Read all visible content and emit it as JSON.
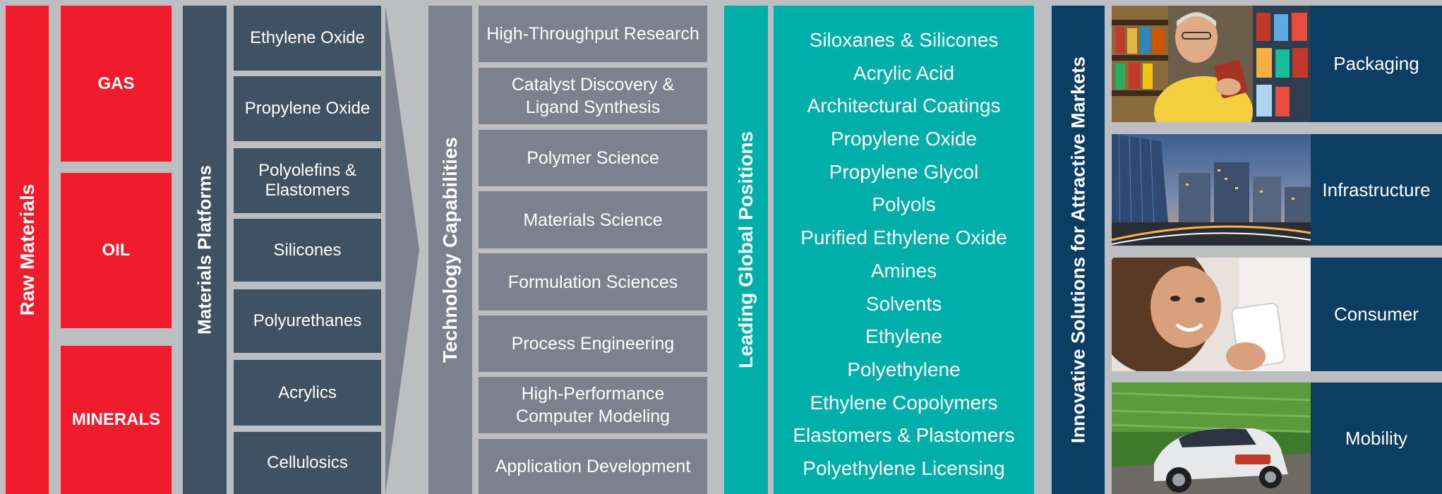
{
  "raw_materials": {
    "title": "Raw Materials",
    "items": [
      "GAS",
      "OIL",
      "MINERALS"
    ]
  },
  "materials_platforms": {
    "title": "Materials Platforms",
    "items": [
      "Ethylene Oxide",
      "Propylene Oxide",
      "Polyolefins & Elastomers",
      "Silicones",
      "Polyurethanes",
      "Acrylics",
      "Cellulosics"
    ]
  },
  "technology_capabilities": {
    "title": "Technology Capabilities",
    "items": [
      "High-Throughput Research",
      "Catalyst Discovery & Ligand Synthesis",
      "Polymer Science",
      "Materials Science",
      "Formulation Sciences",
      "Process Engineering",
      "High-Performance Computer Modeling",
      "Application Development"
    ]
  },
  "leading_global_positions": {
    "title": "Leading Global Positions",
    "items": [
      "Siloxanes & Silicones",
      "Acrylic Acid",
      "Architectural Coatings",
      "Propylene Oxide",
      "Propylene Glycol",
      "Polyols",
      "Purified Ethylene Oxide",
      "Amines",
      "Solvents",
      "Ethylene",
      "Polyethylene",
      "Ethylene Copolymers",
      "Elastomers & Plastomers",
      "Polyethylene Licensing"
    ]
  },
  "innovative_solutions": {
    "title": "Innovative Solutions for Attractive Markets",
    "markets": [
      "Packaging",
      "Infrastructure",
      "Consumer",
      "Mobility"
    ]
  },
  "colors": {
    "red": "#ee1c2d",
    "slate": "#3f5264",
    "gray": "#7b818d",
    "teal": "#00aeaa",
    "navy": "#0c3d63",
    "background": "#bcbec1"
  }
}
